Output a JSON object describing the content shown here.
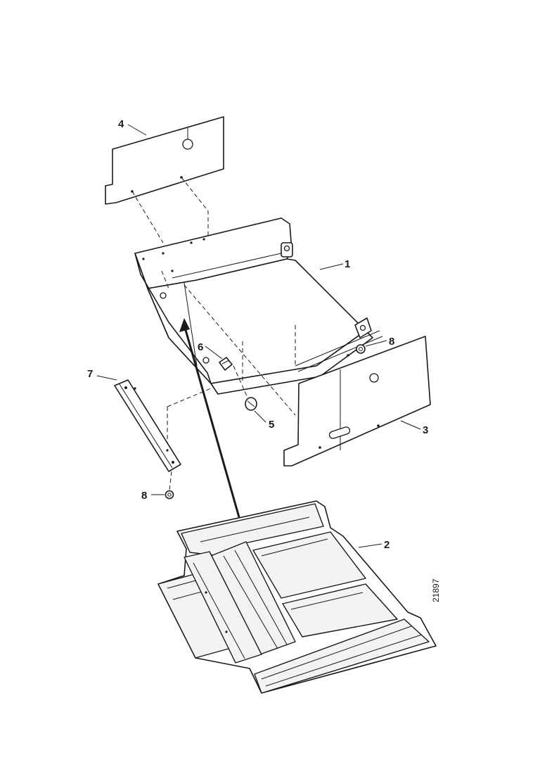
{
  "callouts": {
    "c1": "1",
    "c2": "2",
    "c3": "3",
    "c4": "4",
    "c5": "5",
    "c6": "6",
    "c7": "7",
    "c8a": "8",
    "c8b": "8"
  },
  "drawing_number": "21897"
}
